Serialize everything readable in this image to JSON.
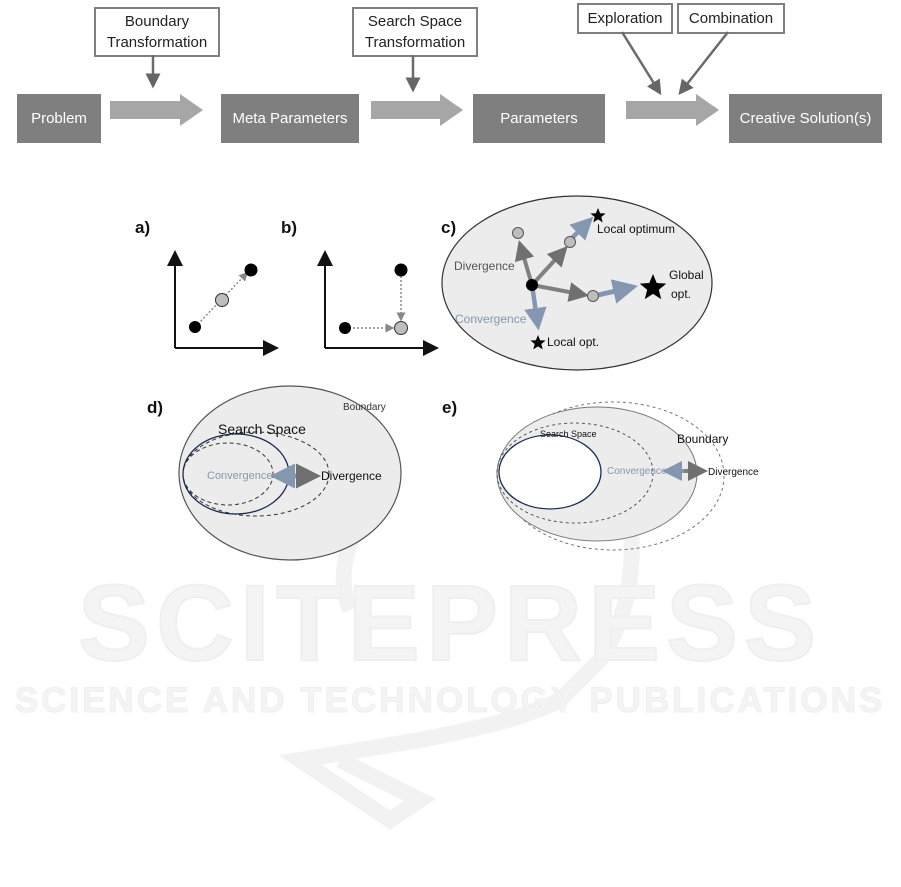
{
  "flow": {
    "boxes": [
      "Problem",
      "Meta Parameters",
      "Parameters",
      "Creative Solution(s)"
    ],
    "callouts": {
      "boundary": [
        "Boundary",
        "Transformation"
      ],
      "search": [
        "Search Space",
        "Transformation"
      ],
      "exploration": "Exploration",
      "combination": "Combination"
    }
  },
  "panels": {
    "a": "a)",
    "b": "b)",
    "c": "c)",
    "d": "d)",
    "e": "e)"
  },
  "panel_c": {
    "divergence": "Divergence",
    "convergence": "Convergence",
    "local_optimum": "Local optimum",
    "global": [
      "Global",
      "opt."
    ],
    "local_opt": "Local opt."
  },
  "panel_d": {
    "boundary": "Boundary",
    "search_space": "Search Space",
    "convergence": "Convergence",
    "divergence": "Divergence"
  },
  "panel_e": {
    "boundary": "Boundary",
    "search_space": "Search Space",
    "convergence": "Convergence",
    "divergence": "Divergence"
  },
  "watermark": {
    "title": "SCITEPRESS",
    "subtitle": "SCIENCE AND TECHNOLOGY PUBLICATIONS"
  },
  "colors": {
    "box_fill": "#7f7f7f",
    "arrow_gray": "#a6a6a6",
    "convergence_blue": "#8497b0",
    "divergence_gray": "#808080",
    "space_fill": "#ececec"
  }
}
